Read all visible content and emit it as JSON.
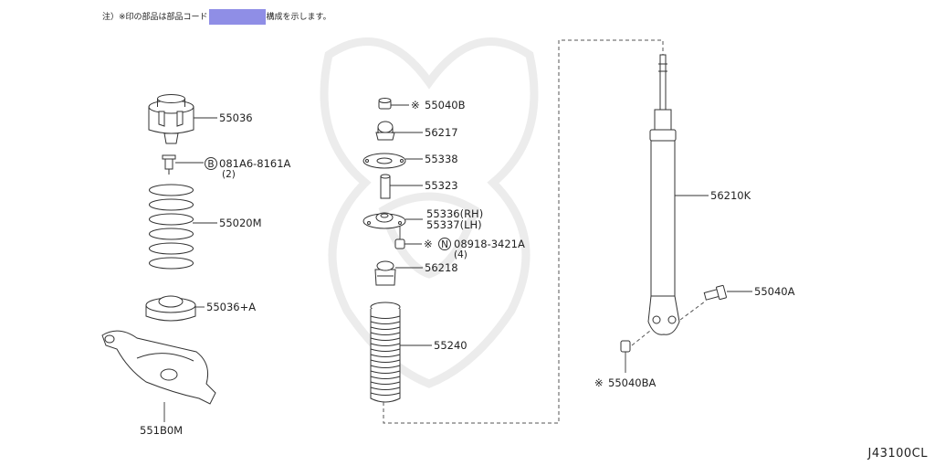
{
  "note": {
    "prefix": "注）※印の部品は部品コード",
    "suffix": "構成を示します。",
    "highlight_color": "#8f8ee6"
  },
  "diagram_code": "J43100CL",
  "labels": {
    "p55036": "55036",
    "p081a6": "081A6-8161A",
    "p081a6_qty": "(2)",
    "p55020m": "55020M",
    "p55036a": "55036+A",
    "p551b0m": "551B0M",
    "p55040b": "55040B",
    "p56217": "56217",
    "p55338": "55338",
    "p55323": "55323",
    "p55336": "55336(RH)",
    "p55337": "55337(LH)",
    "p08918": "08918-3421A",
    "p08918_qty": "(4)",
    "p56218": "56218",
    "p55240": "55240",
    "p56210k": "56210K",
    "p55040a": "55040A",
    "p55040ba": "55040BA"
  },
  "markers": {
    "asterisk": "※",
    "bolt_b": "B",
    "nut_n": "N"
  }
}
